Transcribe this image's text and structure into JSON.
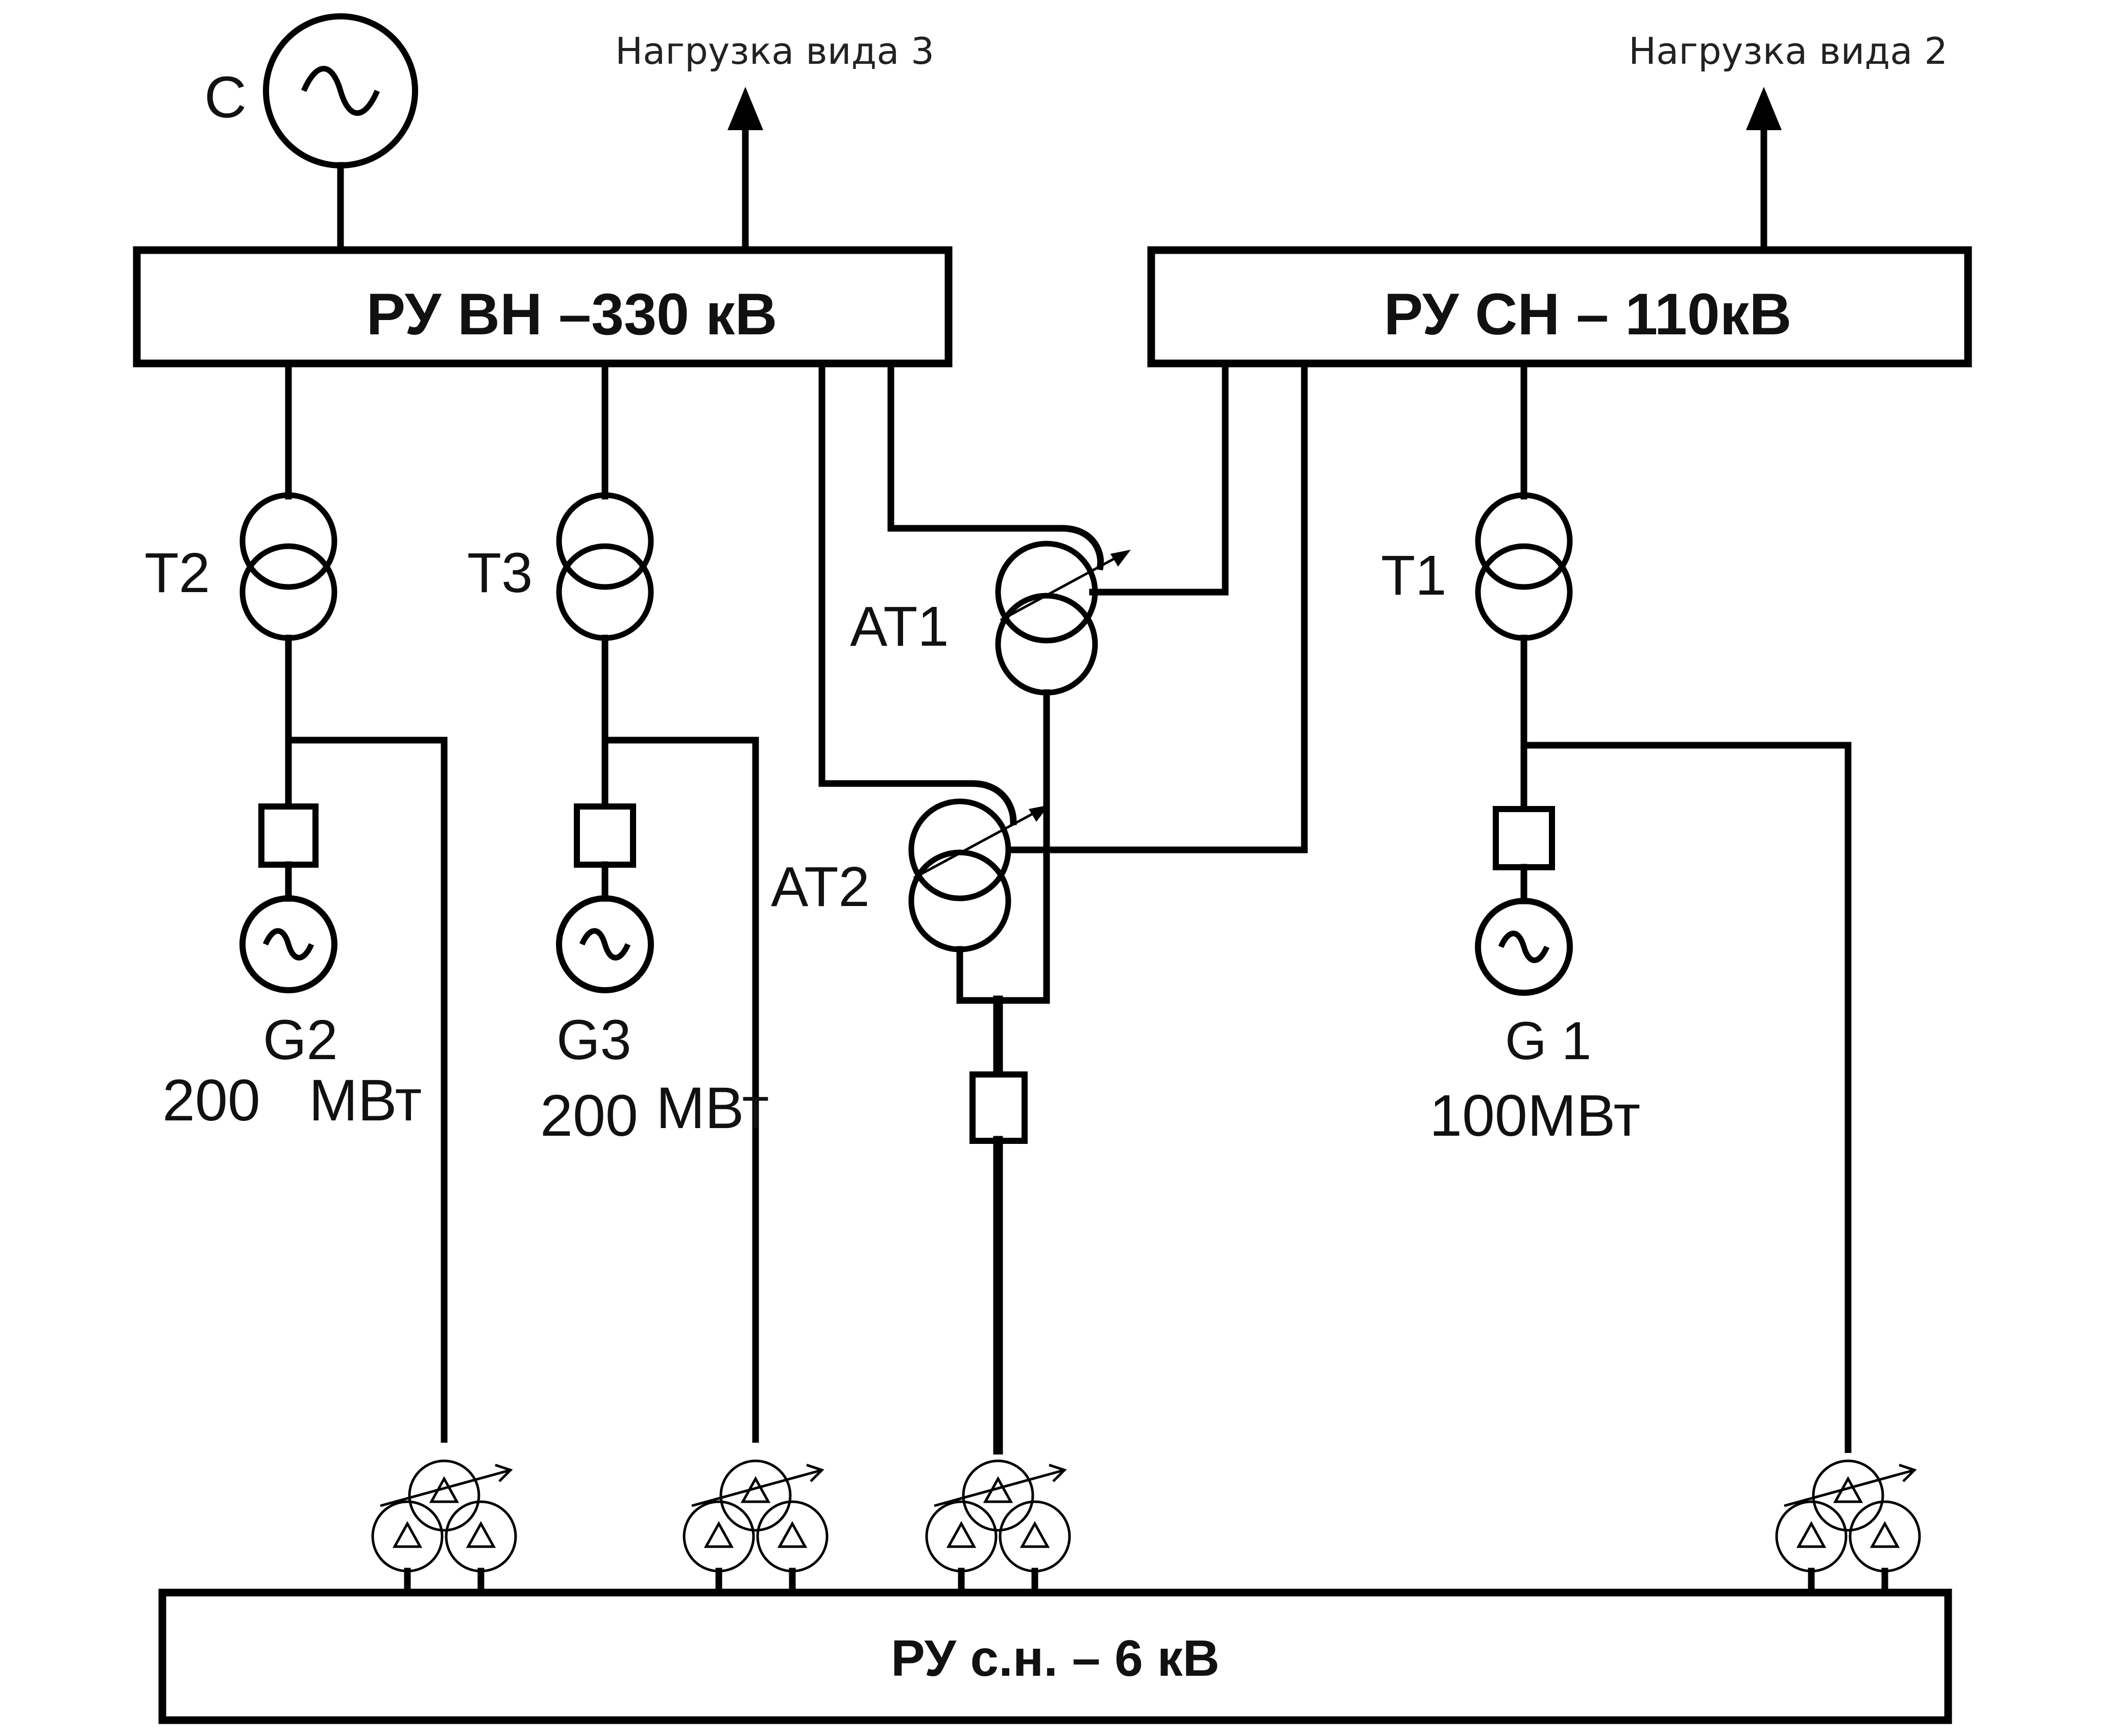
{
  "system": {
    "label": "C"
  },
  "loads": [
    {
      "label": "Нагрузка вида 3"
    },
    {
      "label": "Нагрузка вида 2"
    }
  ],
  "buses": {
    "hv": "РУ ВН –330 кВ",
    "mv": "РУ СН – 110кВ",
    "aux": "РУ с.н. – 6 кВ"
  },
  "transformers": {
    "t1": "T1",
    "t2": "T2",
    "t3": "T3",
    "at1": "AT1",
    "at2": "AT2"
  },
  "generators": {
    "g1": {
      "name": "G 1",
      "power": "100МВт"
    },
    "g2": {
      "name": "G2",
      "power_value": "200",
      "power_unit": "МВт"
    },
    "g3": {
      "name": "G3",
      "power_value": "200",
      "power_unit": "МВт"
    }
  },
  "icons": {
    "source": "ac-source-icon",
    "generator": "generator-icon",
    "transformer": "two-winding-transformer-icon",
    "autotransformer": "autotransformer-icon",
    "aux_transformer": "three-winding-transformer-icon",
    "breaker": "breaker-icon",
    "load_arrow": "arrow-up-icon"
  },
  "colors": {
    "line": "#000000",
    "background": "#ffffff"
  }
}
